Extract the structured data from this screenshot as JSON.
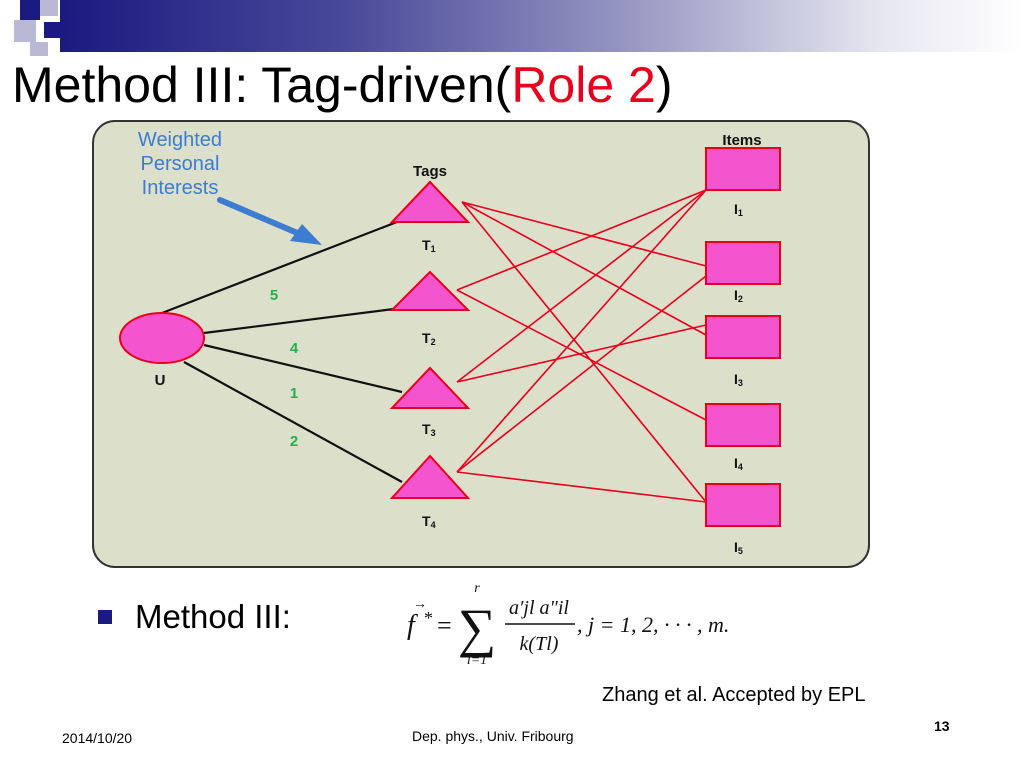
{
  "slide": {
    "title_prefix": "Method III: Tag-driven(",
    "title_highlight": "Role 2",
    "title_suffix": ")",
    "highlight_color": "#e8001c",
    "accent_color": "#1a1a80"
  },
  "diagram": {
    "annotation": [
      "Weighted",
      "Personal",
      "Interests"
    ],
    "tags_header": "Tags",
    "items_header": "Items",
    "user_label": "U",
    "tags": [
      {
        "id": "T",
        "sub": "1"
      },
      {
        "id": "T",
        "sub": "2"
      },
      {
        "id": "T",
        "sub": "3"
      },
      {
        "id": "T",
        "sub": "4"
      }
    ],
    "items": [
      {
        "id": "I",
        "sub": "1"
      },
      {
        "id": "I",
        "sub": "2"
      },
      {
        "id": "I",
        "sub": "3"
      },
      {
        "id": "I",
        "sub": "4"
      },
      {
        "id": "I",
        "sub": "5"
      }
    ],
    "weights": [
      "5",
      "4",
      "1",
      "2"
    ],
    "user_tag_edges": [
      {
        "tag": "T1",
        "weight": "5"
      },
      {
        "tag": "T2",
        "weight": "4"
      },
      {
        "tag": "T3",
        "weight": "1"
      },
      {
        "tag": "T4",
        "weight": "2"
      }
    ],
    "tag_item_edges": [
      [
        "T1",
        "I2"
      ],
      [
        "T1",
        "I3"
      ],
      [
        "T1",
        "I5"
      ],
      [
        "T2",
        "I1"
      ],
      [
        "T2",
        "I4"
      ],
      [
        "T3",
        "I1"
      ],
      [
        "T3",
        "I3"
      ],
      [
        "T4",
        "I1"
      ],
      [
        "T4",
        "I2"
      ],
      [
        "T4",
        "I5"
      ]
    ],
    "colors": {
      "panel_bg": "#dcdfca",
      "node_fill": "#f554cf",
      "node_stroke": "#e8001c",
      "edge_red": "#e8001c",
      "edge_black": "#111111",
      "weight_text": "#22b14c",
      "annotation_text": "#3d7cd0"
    }
  },
  "bullet": {
    "label": "Method III:"
  },
  "formula": {
    "lhs": "f",
    "lhs_sup": "*",
    "equals": "=",
    "sum_top": "r",
    "sum_bottom": "l=1",
    "numerator": "a′jl a″il",
    "denominator": "k(Tl)",
    "condition": ", j = 1, 2, · · · , m."
  },
  "citation": "Zhang et al.  Accepted by EPL",
  "footer": {
    "date": "2014/10/20",
    "center": "Dep. phys.,  Univ. Fribourg",
    "page": "13"
  }
}
